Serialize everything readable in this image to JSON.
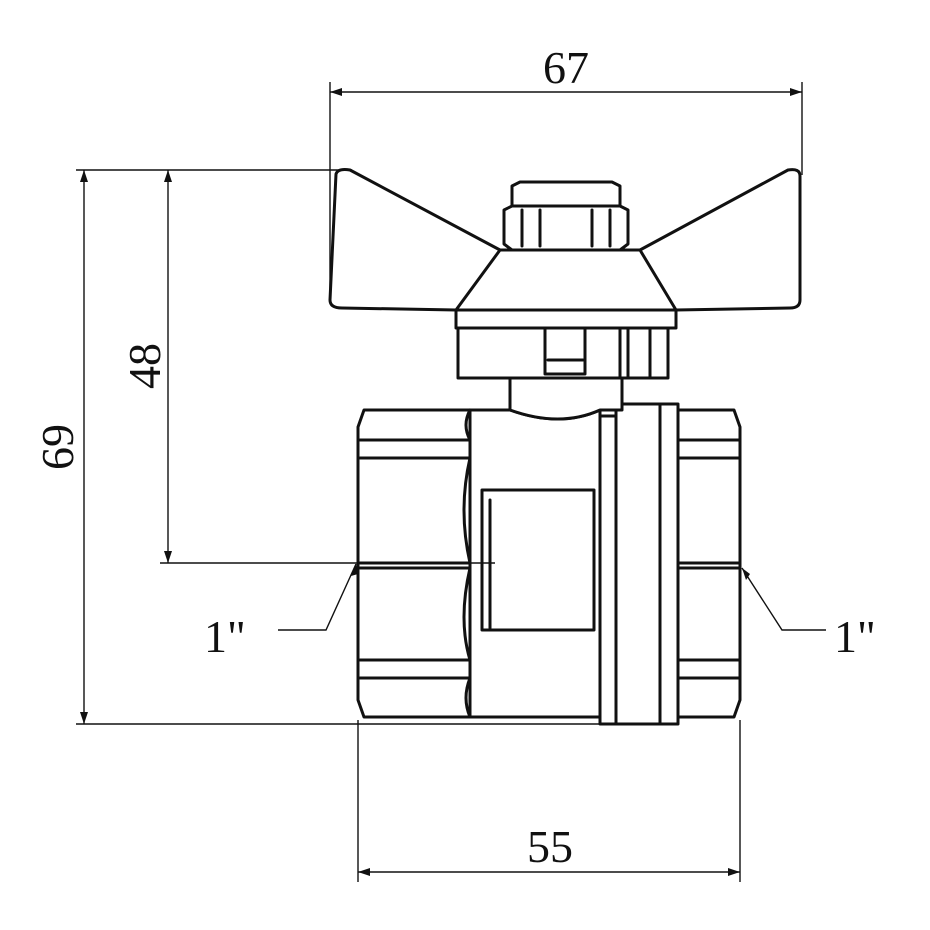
{
  "drawing": {
    "dimensions": {
      "overall_width": "67",
      "overall_height": "69",
      "axis_height": "48",
      "body_length": "55"
    },
    "thread_left": "1\"",
    "thread_right": "1\""
  }
}
